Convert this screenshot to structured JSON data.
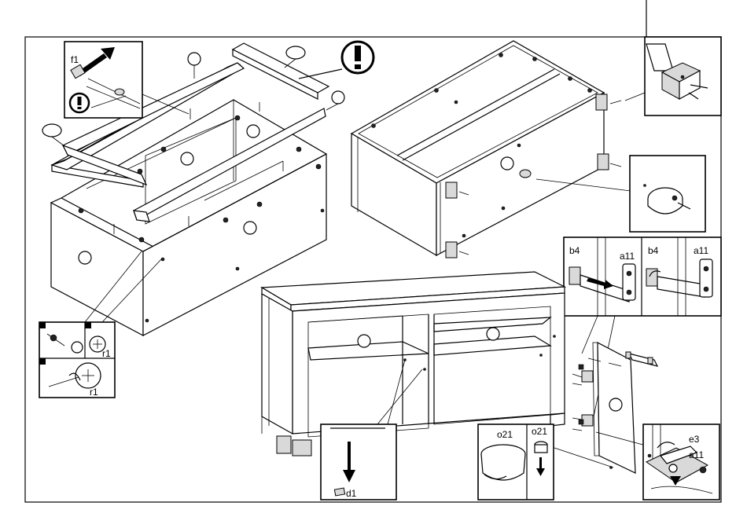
{
  "labels": {
    "f1": "f1",
    "r1_a": "r1",
    "r1_b": "r1",
    "b4_left": "b4",
    "a11_left": "a11",
    "b4_right": "b4",
    "a11_right": "a11",
    "o21_left": "o21",
    "o21_right": "o21",
    "d1": "d1",
    "e3": "e3",
    "a11_hinge": "a11"
  },
  "icons": [
    "warning-icon",
    "arrow-icon",
    "screw-icon"
  ],
  "colors": {
    "line": "#000000",
    "fill": "#ffffff",
    "shade": "#d9d9d9"
  }
}
